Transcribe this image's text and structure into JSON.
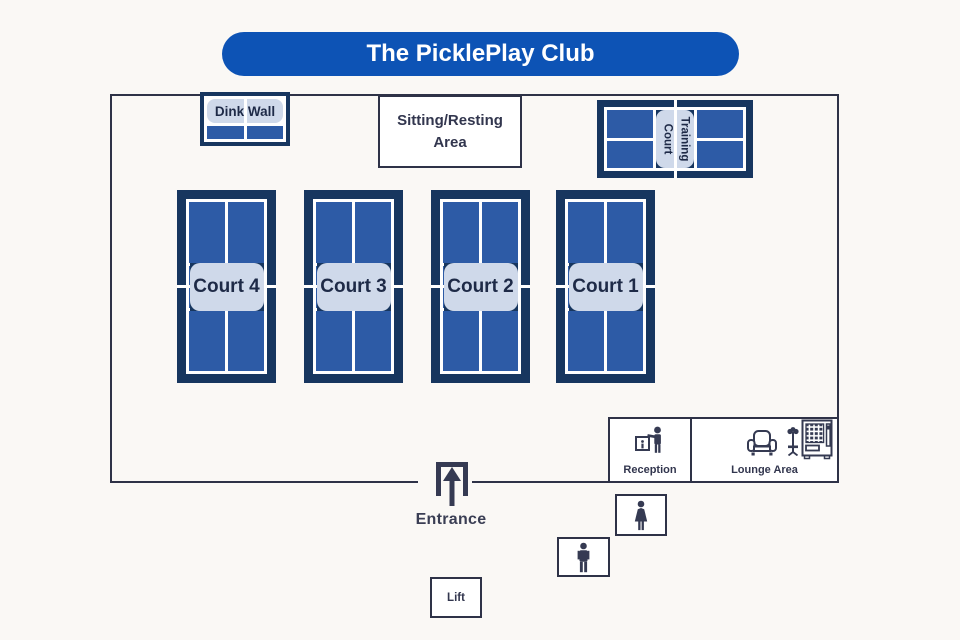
{
  "title": "The PicklePlay Club",
  "colors": {
    "banner_blue": "#0d53b5",
    "court_navy": "#17365f",
    "court_blue": "#2d5ba6",
    "court_label_bg": "#cfd9ea",
    "court_label_text": "#1e2a47",
    "outline_dark": "#2e3247",
    "icon_dark": "#353a52",
    "page_bg": "#faf8f5"
  },
  "areas": {
    "dink_wall": {
      "label": "Dink Wall"
    },
    "sitting_area": {
      "line1": "Sitting/Resting",
      "line2": "Area"
    },
    "training_court": {
      "line1": "Training",
      "line2": "Court"
    },
    "courts": [
      {
        "label": "Court 4"
      },
      {
        "label": "Court 3"
      },
      {
        "label": "Court 2"
      },
      {
        "label": "Court 1"
      }
    ],
    "reception": {
      "label": "Reception"
    },
    "lounge": {
      "label": "Lounge Area"
    },
    "entrance": {
      "label": "Entrance"
    },
    "lift": {
      "label": "Lift"
    }
  },
  "icons": {
    "reception": "info-desk-person",
    "lounge": [
      "armchair",
      "potted-plant",
      "vending-machine"
    ],
    "entrance": "up-arrow-doorway",
    "restroom_women": "woman",
    "restroom_men": "man"
  }
}
